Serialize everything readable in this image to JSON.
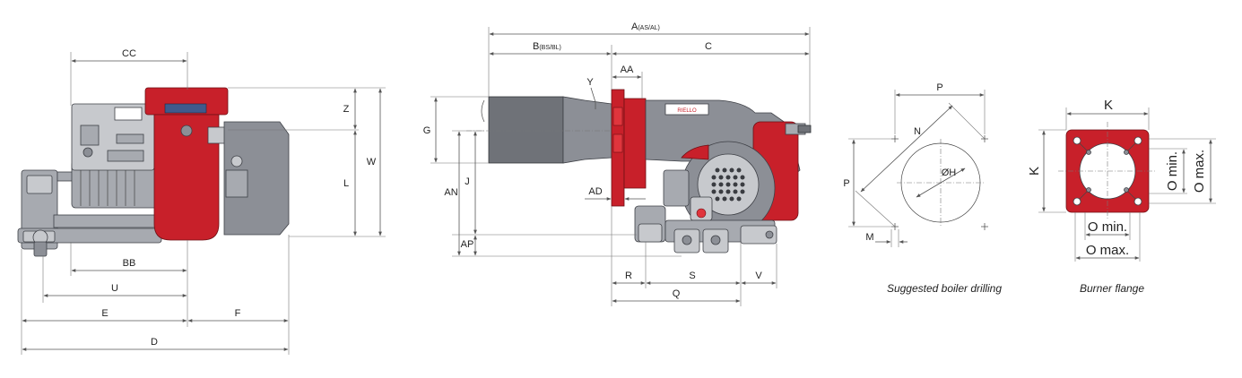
{
  "labels": {
    "CC": "CC",
    "BB": "BB",
    "U": "U",
    "E": "E",
    "F": "F",
    "D": "D",
    "Z": "Z",
    "L": "L",
    "W": "W",
    "A_main": "A",
    "A_sub": "(AS/AL)",
    "B_main": "B",
    "B_sub": "(BS/BL)",
    "C": "C",
    "AA": "AA",
    "Y": "Y",
    "G": "G",
    "AN": "AN",
    "J": "J",
    "AD": "AD",
    "AP": "AP",
    "R": "R",
    "S": "S",
    "V": "V",
    "Q": "Q",
    "P_top": "P",
    "N": "N",
    "OH": "ØH",
    "P_side": "P",
    "M": "M",
    "K_top": "K",
    "K_side": "K",
    "O_min_v": "O min.",
    "O_max_v": "O max.",
    "O_min_h": "O min.",
    "O_max_h": "O max."
  },
  "captions": {
    "boiler_drilling": "Suggested boiler drilling",
    "burner_flange": "Burner flange"
  },
  "plate_text": "RIELLO"
}
